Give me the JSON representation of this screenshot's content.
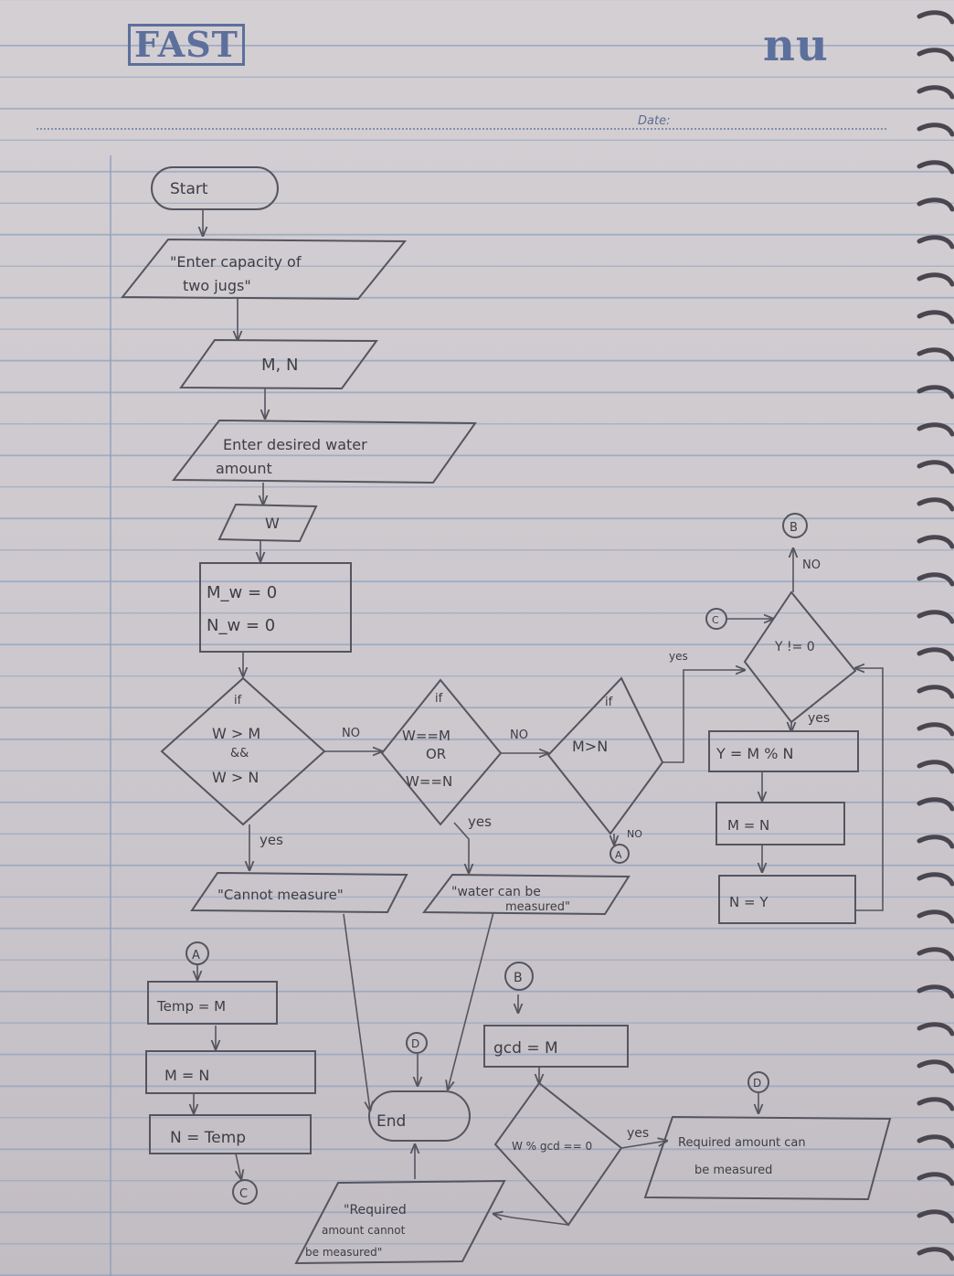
{
  "header": {
    "brand_left": "FAST",
    "brand_right": "nu",
    "date_label": "Date:"
  },
  "flowchart": {
    "start": "Start",
    "prompt_capacity_line1": "\"Enter capacity of",
    "prompt_capacity_line2": "two jugs\"",
    "input_mn": "M, N",
    "prompt_water_line1": "Enter desired water",
    "prompt_water_line2": "amount",
    "input_w": "W",
    "init_line1": "M_w = 0",
    "init_line2": "N_w = 0",
    "dec1_if": "if",
    "dec1_line1": "W > M",
    "dec1_line2": "&&",
    "dec1_line3": "W > N",
    "dec1_no": "NO",
    "dec1_yes": "yes",
    "dec2_if": "if",
    "dec2_line1": "W==M",
    "dec2_line2": "OR",
    "dec2_line3": "W==N",
    "dec2_no": "NO",
    "dec2_yes": "yes",
    "dec3_if": "if",
    "dec3_line1": "M>N",
    "dec3_no": "NO",
    "dec3_yes": "yes",
    "out_cannot": "\"Cannot measure\"",
    "out_can_line1": "\"water can be",
    "out_can_line2": "measured\"",
    "con_a": "A",
    "con_b": "B",
    "con_c": "C",
    "con_d": "D",
    "temp_line": "Temp = M",
    "m_eq_n": "M = N",
    "n_eq_temp": "N = Temp",
    "end": "End",
    "out_req_not_line1": "\"Required",
    "out_req_not_line2": "amount cannot",
    "out_req_not_line3": "be measured\"",
    "gcd_assign": "gcd = M",
    "dec_gcd": "W % gcd == 0",
    "dec_gcd_yes": "yes",
    "out_req_can_line1": "Required amount can",
    "out_req_can_line2": "be measured",
    "dec_y": "Y != 0",
    "dec_y_no": "NO",
    "dec_y_yes": "yes",
    "y_assign": "Y = M % N",
    "m_assign": "M = N",
    "n_assign": "N = Y"
  }
}
